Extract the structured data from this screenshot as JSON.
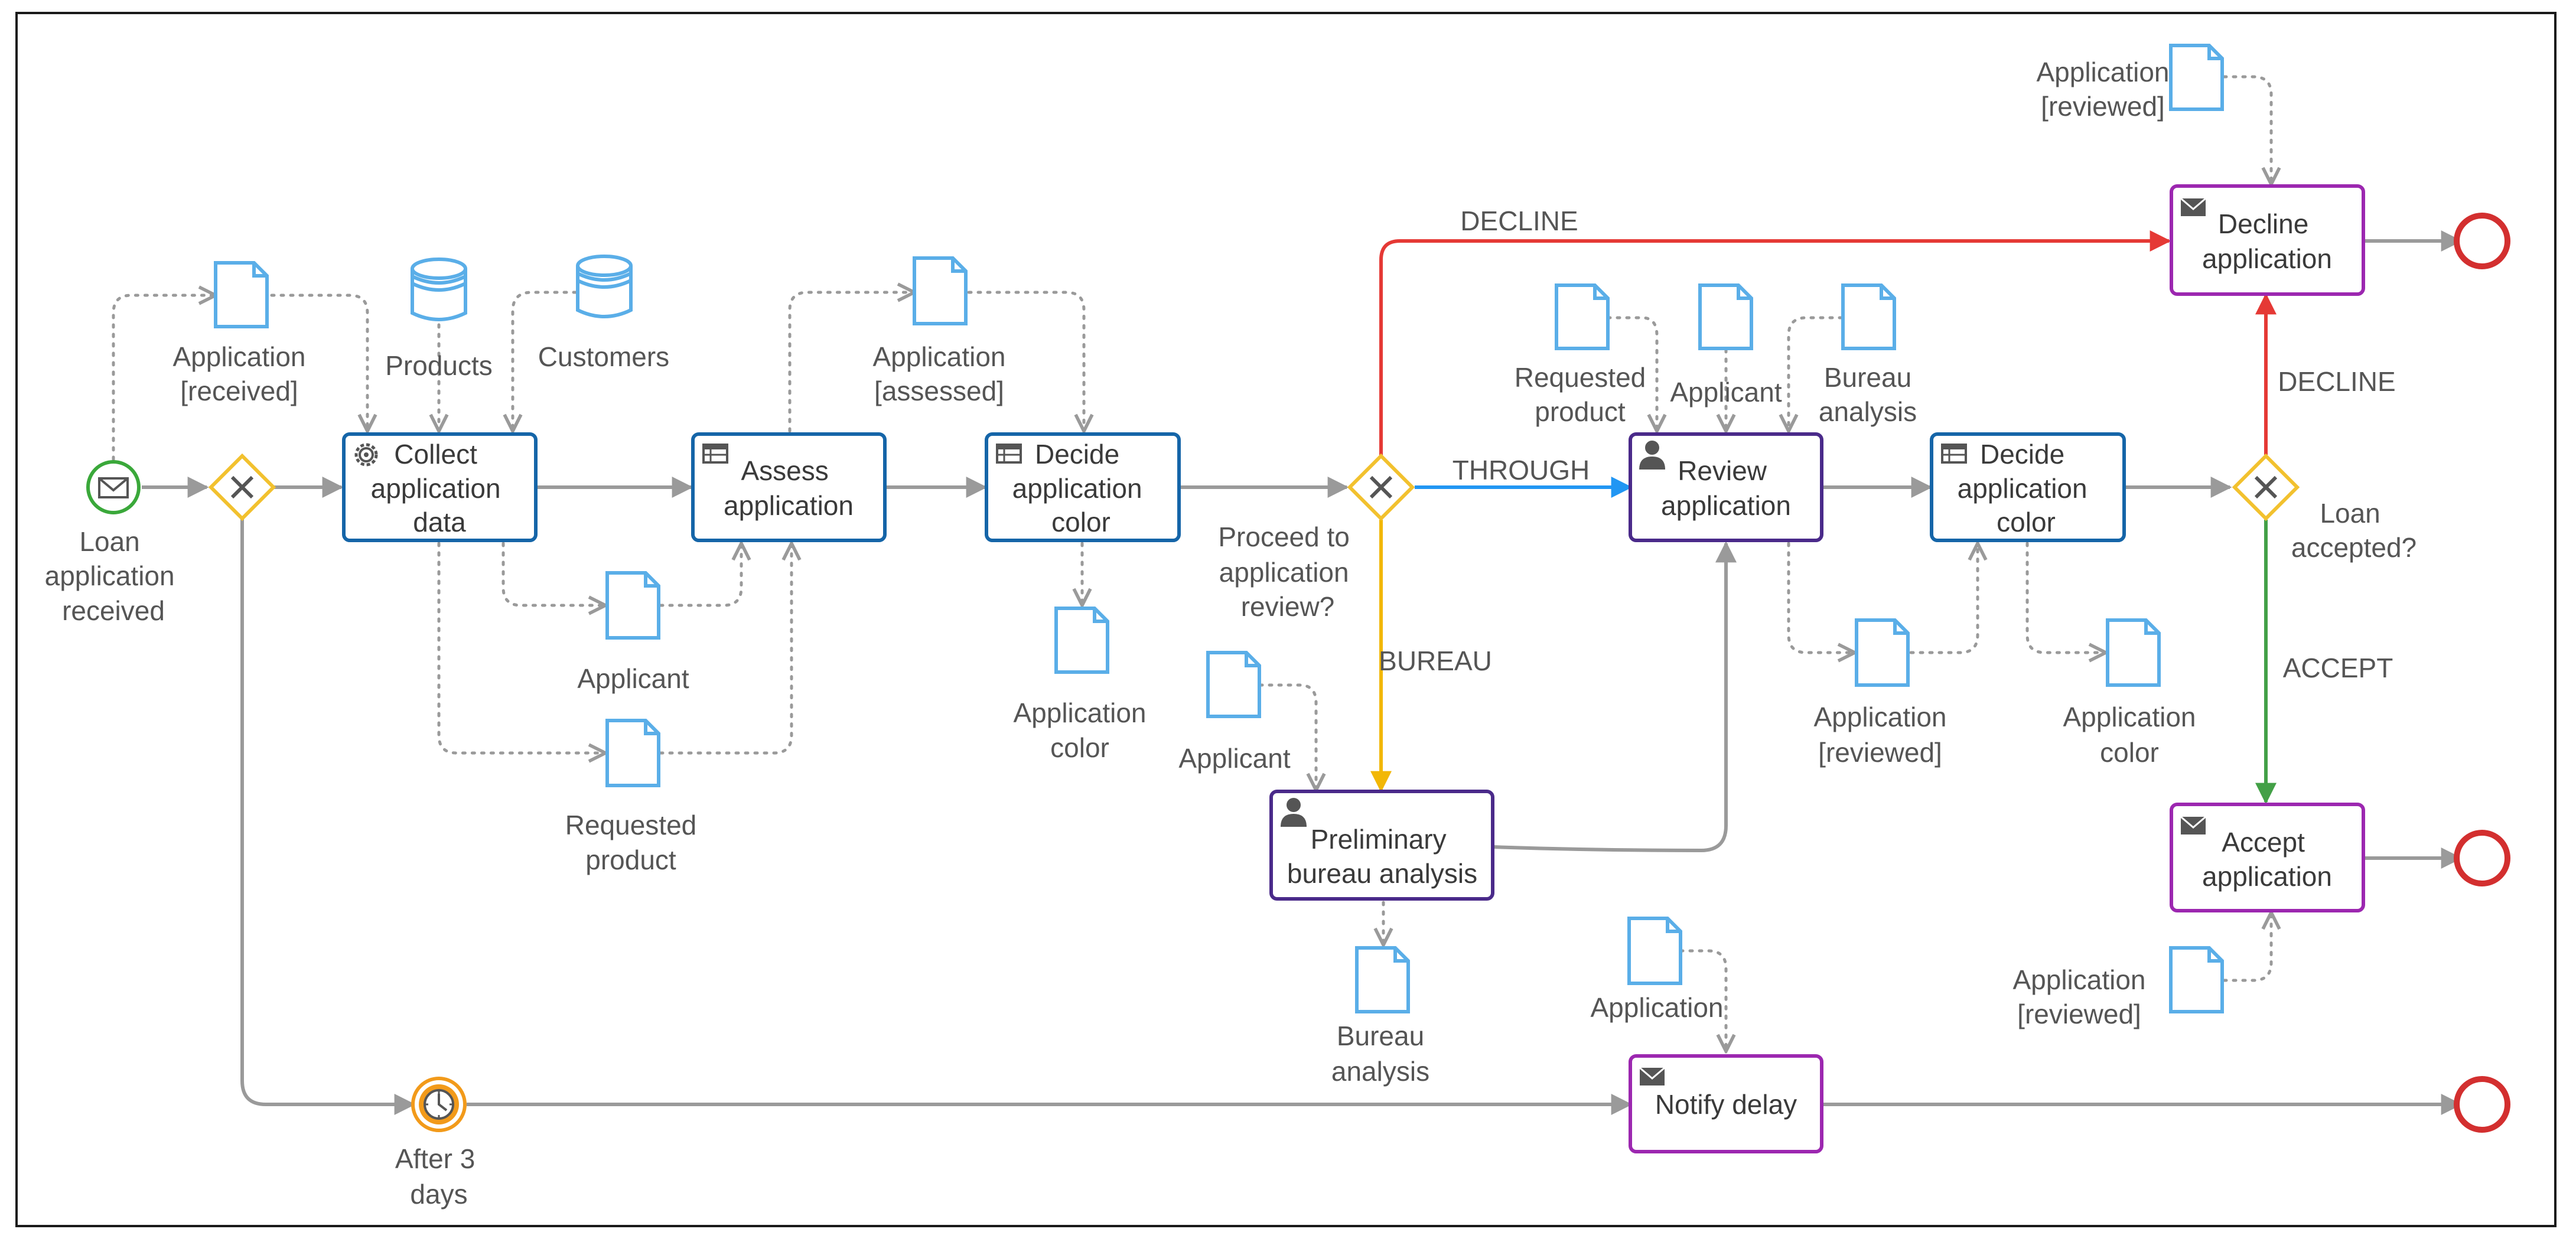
{
  "colors": {
    "service_task_border": "#1565a8",
    "user_task_border": "#4a2a8a",
    "send_task_border": "#9c27b0",
    "gateway": "#f2c12e",
    "start_event": "#3aa83a",
    "end_event": "#d32f2f",
    "timer_event": "#f29a1a",
    "sequence_flow": "#9a9a9a",
    "association": "#9a9a9a",
    "data_object": "#5aaee8",
    "decline_flow": "#e53935",
    "through_flow": "#2196f3",
    "bureau_flow": "#f2b705",
    "accept_flow": "#43a047"
  },
  "events": {
    "start": {
      "label": [
        "Loan",
        "application",
        "received"
      ],
      "icon": "envelope-icon"
    },
    "timer": {
      "label": [
        "After 3",
        "days"
      ],
      "icon": "clock-icon"
    }
  },
  "tasks": {
    "collect": {
      "lines": [
        "Collect",
        "application",
        "data"
      ],
      "icon": "gear-icon"
    },
    "assess": {
      "lines": [
        "Assess",
        "application"
      ],
      "icon": "table-icon"
    },
    "decide1": {
      "lines": [
        "Decide",
        "application",
        "color"
      ],
      "icon": "table-icon"
    },
    "review": {
      "lines": [
        "Review",
        "application"
      ],
      "icon": "user-icon"
    },
    "decide2": {
      "lines": [
        "Decide",
        "application",
        "color"
      ],
      "icon": "table-icon"
    },
    "bureau": {
      "lines": [
        "Preliminary",
        "bureau analysis"
      ],
      "icon": "user-icon"
    },
    "decline": {
      "lines": [
        "Decline",
        "application"
      ],
      "icon": "envelope-icon"
    },
    "accept": {
      "lines": [
        "Accept",
        "application"
      ],
      "icon": "envelope-icon"
    },
    "notify": {
      "lines": [
        "Notify delay"
      ],
      "icon": "envelope-icon"
    }
  },
  "gateways": {
    "proceed": {
      "label": [
        "Proceed to",
        "application",
        "review?"
      ]
    },
    "loan": {
      "label": [
        "Loan",
        "accepted?"
      ]
    }
  },
  "flows": {
    "decline_top": "DECLINE",
    "through": "THROUGH",
    "bureau": "BUREAU",
    "decline_right": "DECLINE",
    "accept": "ACCEPT"
  },
  "data": {
    "app_received": [
      "Application",
      "[received]"
    ],
    "products": [
      "Products"
    ],
    "customers": [
      "Customers"
    ],
    "app_assessed": [
      "Application",
      "[assessed]"
    ],
    "applicant1": [
      "Applicant"
    ],
    "requested1": [
      "Requested",
      "product"
    ],
    "app_color1": [
      "Application",
      "color"
    ],
    "applicant2": [
      "Applicant"
    ],
    "bureau_analysis1": [
      "Bureau",
      "analysis"
    ],
    "requested2": [
      "Requested",
      "product"
    ],
    "applicant3": [
      "Applicant"
    ],
    "bureau_analysis2": [
      "Bureau",
      "analysis"
    ],
    "app_reviewed1": [
      "Application",
      "[reviewed]"
    ],
    "app_color2": [
      "Application",
      "color"
    ],
    "app_reviewed_top": [
      "Application",
      "[reviewed]"
    ],
    "app_reviewed_bottom": [
      "Application",
      "[reviewed]"
    ],
    "application_notify": [
      "Application"
    ]
  }
}
